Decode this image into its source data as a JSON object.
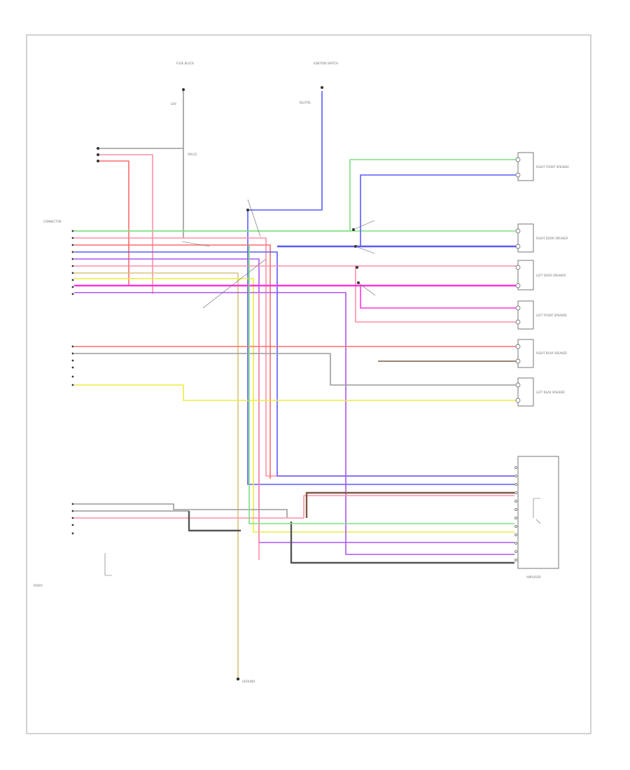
{
  "colors": {
    "lt_grn": "#7fe07f",
    "pnk": "#ff8fa8",
    "blu": "#5a5aff",
    "red": "#ff6a6a",
    "gry": "#9a9a9a",
    "blk": "#555555",
    "yel": "#ecec40",
    "vio": "#aa55ee",
    "brown": "#7a5a40",
    "mag": "#ff33dd",
    "tan": "#d8c47a",
    "frame": "#b5b5b5"
  },
  "labels": {
    "fuse_top": "FUSE BLOCK",
    "ign_sw_top": "IGNITION SWITCH",
    "wire_gry": "GRY",
    "wire_blu": "BLU/YEL",
    "splice_1": "SPLICE",
    "conn_upper": "CONNECTOR",
    "amp": "AMPLIFIER",
    "radio": "RADIO",
    "ground": "GROUND",
    "note_a": "",
    "note_b": "",
    "note_c": "",
    "page_code": "",
    "spk_rf": "RIGHT FRONT SPEAKER",
    "spk_rd": "RIGHT DOOR SPEAKER",
    "spk_ld": "LEFT DOOR SPEAKER",
    "spk_lf": "LEFT FRONT SPEAKER",
    "spk_rr": "RIGHT REAR SPEAKER",
    "spk_lr": "LEFT REAR SPEAKER"
  }
}
